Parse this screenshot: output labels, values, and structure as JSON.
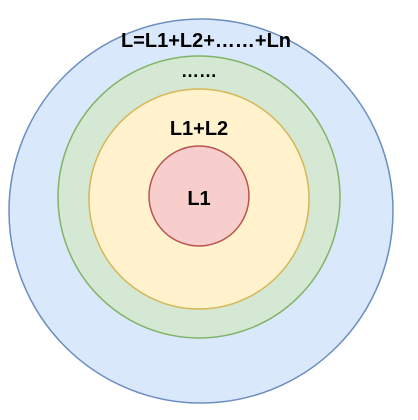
{
  "diagram": {
    "circles": [
      {
        "id": "outer",
        "fill": "#dae8fc",
        "stroke": "#6c8ebf"
      },
      {
        "id": "second",
        "fill": "#d5e8d4",
        "stroke": "#82b366"
      },
      {
        "id": "third",
        "fill": "#fff2cc",
        "stroke": "#d6b656"
      },
      {
        "id": "inner",
        "fill": "#f8cecc",
        "stroke": "#b85450"
      }
    ],
    "labels": {
      "outer": "L=L1+L2+……+Ln",
      "second": "……",
      "third": "L1+L2",
      "inner": "L1"
    }
  }
}
